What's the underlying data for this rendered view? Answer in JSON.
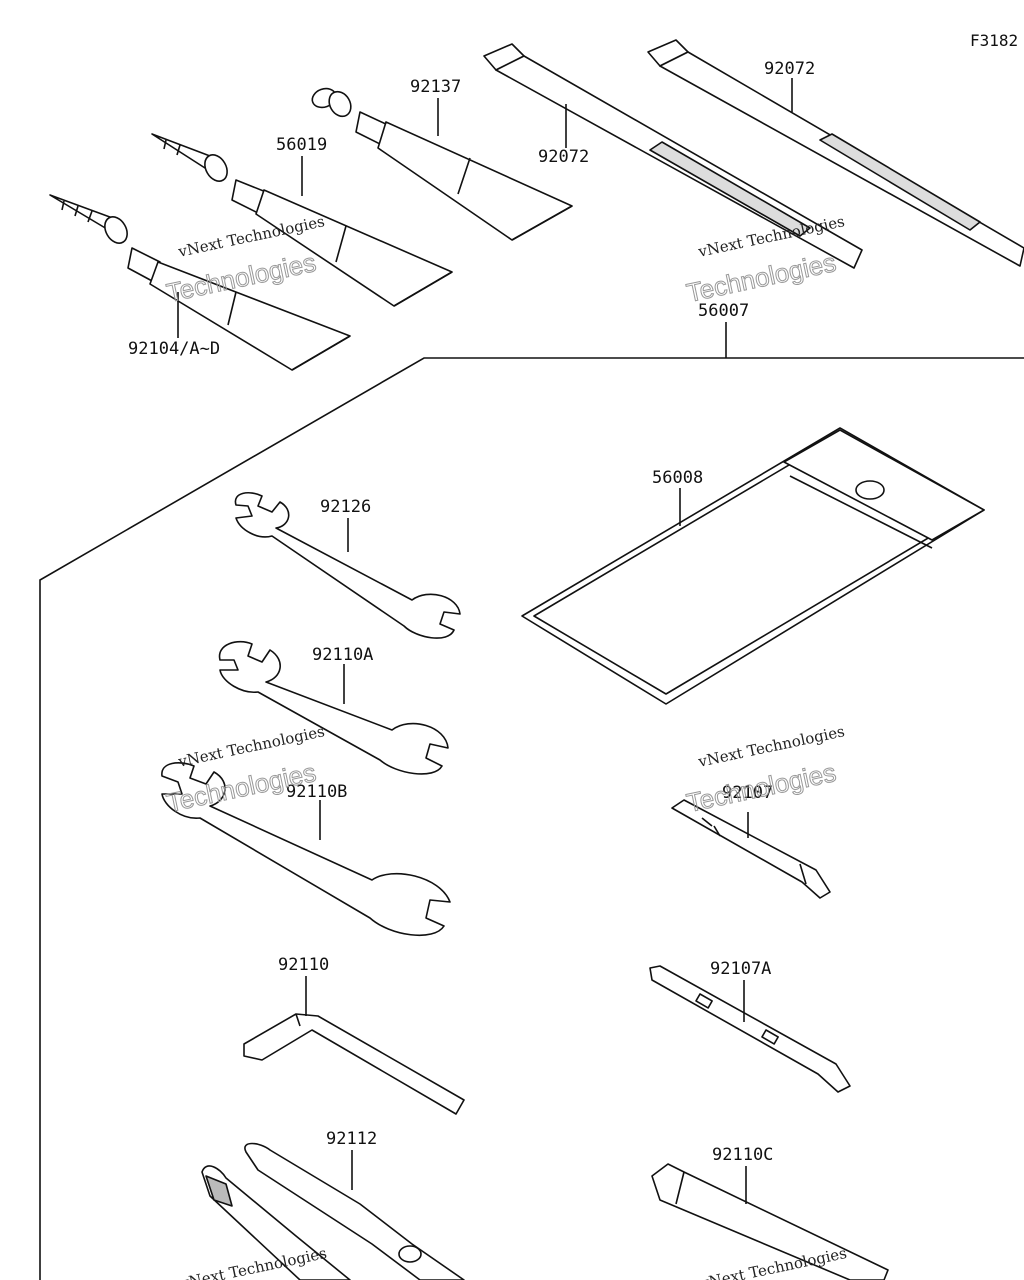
{
  "figure_id": "F3182",
  "watermark": {
    "line1": "vNext Technologies",
    "line2": "Technologies"
  },
  "parts": {
    "p92104": "92104/A~D",
    "p56019": "56019",
    "p92137": "92137",
    "p92072_left": "92072",
    "p92072_right": "92072",
    "p56007": "56007",
    "p56008": "56008",
    "p92126": "92126",
    "p92110A": "92110A",
    "p92110B": "92110B",
    "p92107": "92107",
    "p92110": "92110",
    "p92107A": "92107A",
    "p92112": "92112",
    "p92110C": "92110C"
  },
  "colors": {
    "line": "#111111",
    "background": "#ffffff",
    "watermark": "#999999"
  }
}
